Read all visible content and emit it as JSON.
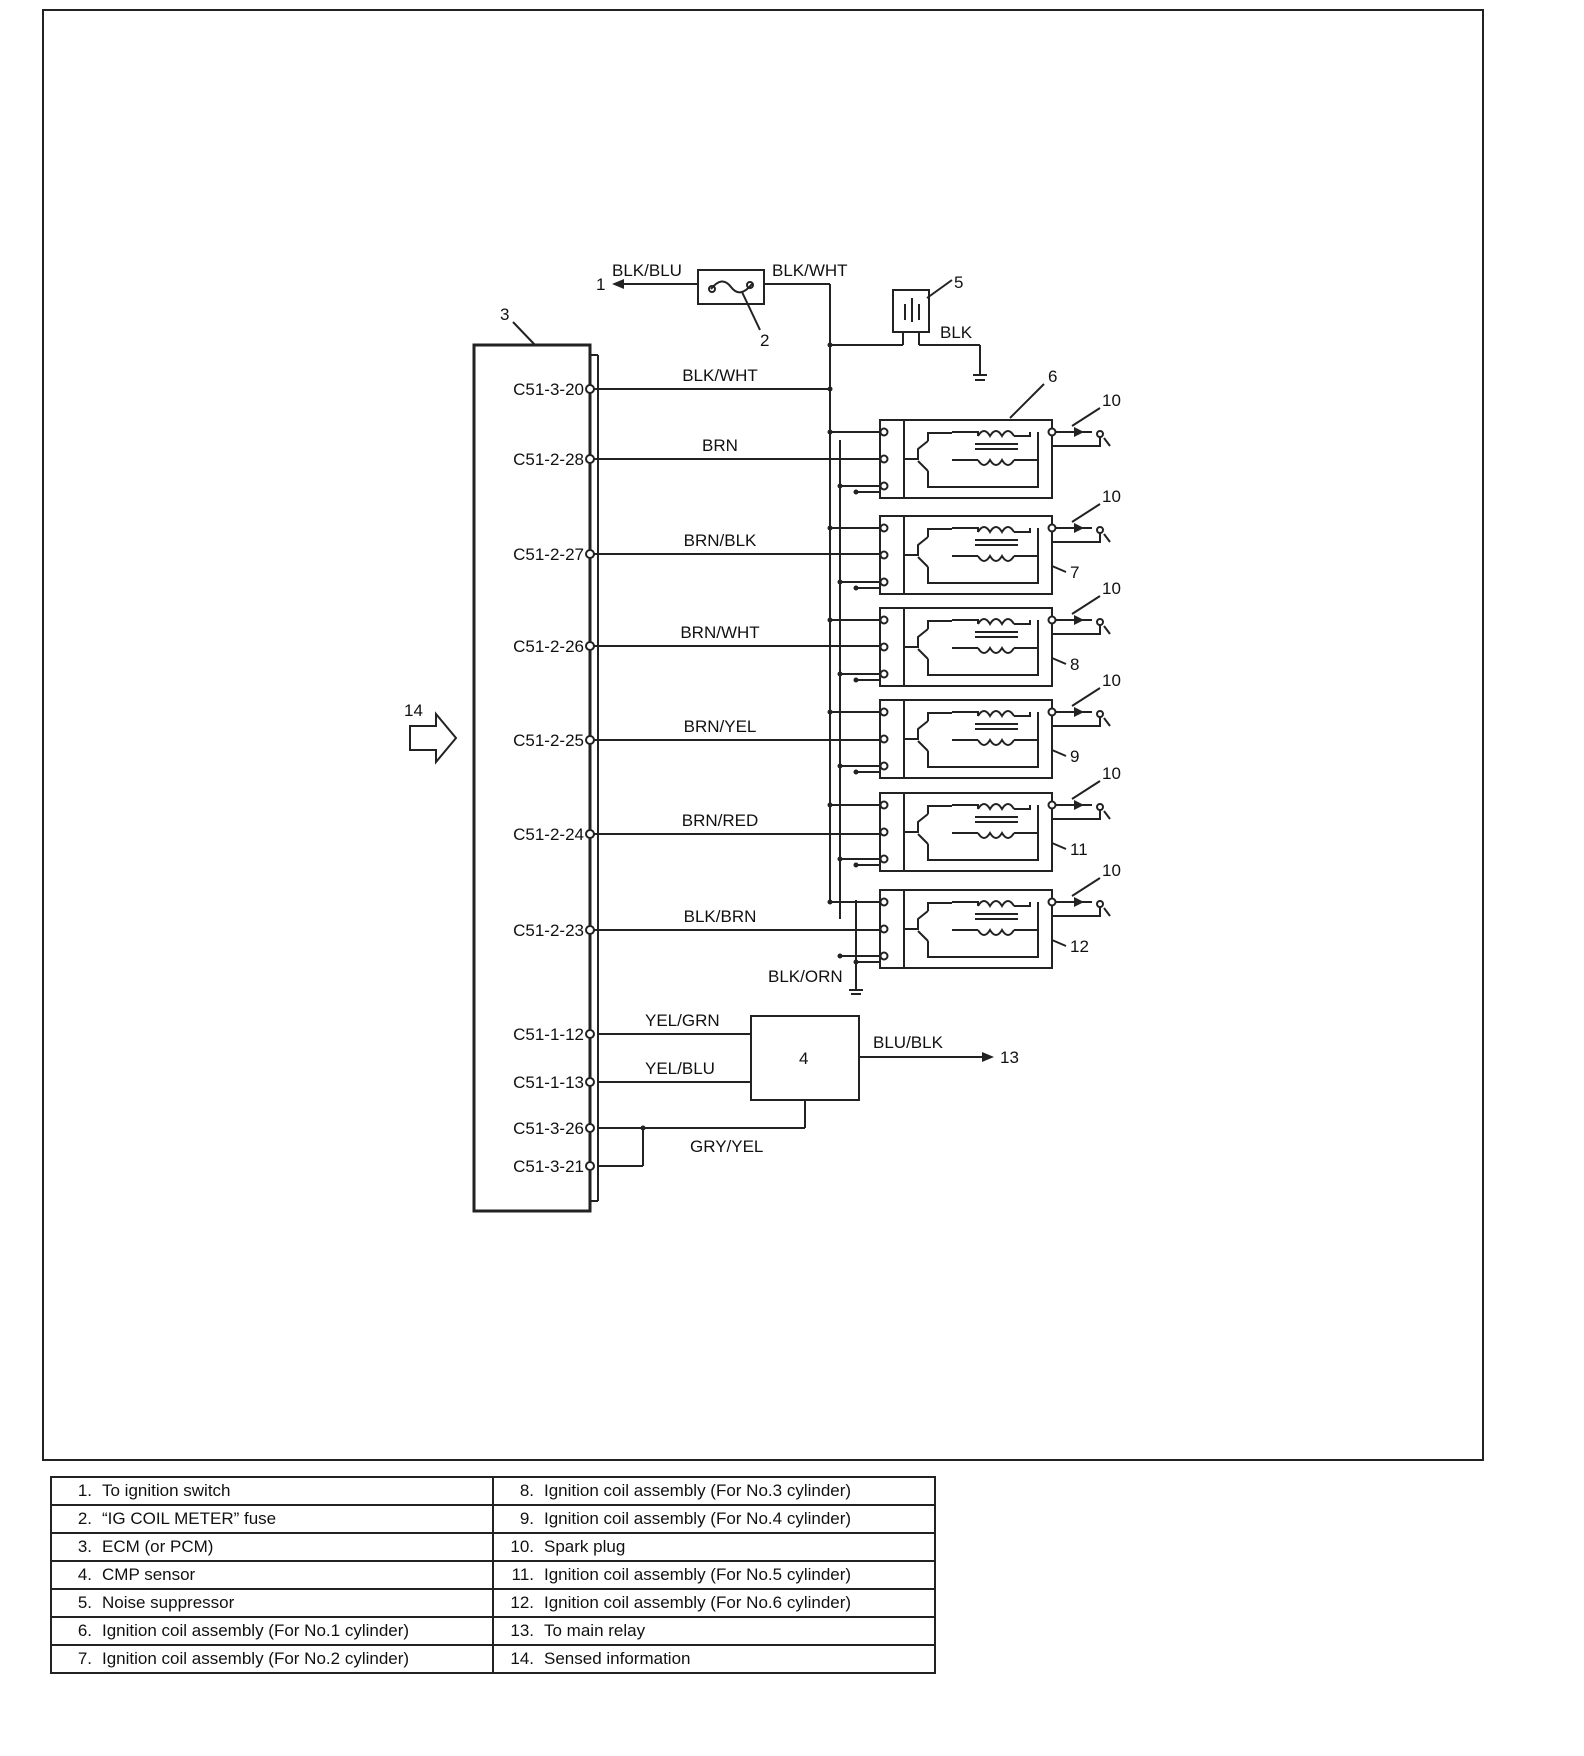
{
  "pins": [
    "C51-3-20",
    "C51-2-28",
    "C51-2-27",
    "C51-2-26",
    "C51-2-25",
    "C51-2-24",
    "C51-2-23",
    "C51-1-12",
    "C51-1-13",
    "C51-3-26",
    "C51-3-21"
  ],
  "wires": {
    "to_switch": "BLK/BLU",
    "fuse_out": "BLK/WHT",
    "suppressor_ground": "BLK",
    "ecm_power": "BLK/WHT",
    "coil1": "BRN",
    "coil2": "BRN/BLK",
    "coil3": "BRN/WHT",
    "coil4": "BRN/YEL",
    "coil5": "BRN/RED",
    "coil6": "BLK/BRN",
    "coil_ground": "BLK/ORN",
    "cmp_1": "YEL/GRN",
    "cmp_2": "YEL/BLU",
    "cmp_out": "BLU/BLK",
    "cmp_gnd": "GRY/YEL"
  },
  "callouts": {
    "n1": "1",
    "n2": "2",
    "n3": "3",
    "n4": "4",
    "n5": "5",
    "n6": "6",
    "n7": "7",
    "n8": "8",
    "n9": "9",
    "n10": "10",
    "n11": "11",
    "n12": "12",
    "n13": "13",
    "n14": "14"
  },
  "legend": [
    [
      {
        "num": "1.",
        "text": "To ignition switch"
      },
      {
        "num": "8.",
        "text": "Ignition coil assembly (For No.3 cylinder)"
      }
    ],
    [
      {
        "num": "2.",
        "text": "“IG COIL METER” fuse"
      },
      {
        "num": "9.",
        "text": "Ignition coil assembly (For No.4 cylinder)"
      }
    ],
    [
      {
        "num": "3.",
        "text": "ECM (or PCM)"
      },
      {
        "num": "10.",
        "text": "Spark plug"
      }
    ],
    [
      {
        "num": "4.",
        "text": "CMP sensor"
      },
      {
        "num": "11.",
        "text": "Ignition coil assembly (For No.5 cylinder)"
      }
    ],
    [
      {
        "num": "5.",
        "text": "Noise suppressor"
      },
      {
        "num": "12.",
        "text": "Ignition coil assembly (For No.6 cylinder)"
      }
    ],
    [
      {
        "num": "6.",
        "text": "Ignition coil assembly (For No.1 cylinder)"
      },
      {
        "num": "13.",
        "text": "To main relay"
      }
    ],
    [
      {
        "num": "7.",
        "text": "Ignition coil assembly (For No.2 cylinder)"
      },
      {
        "num": "14.",
        "text": "Sensed information"
      }
    ]
  ]
}
